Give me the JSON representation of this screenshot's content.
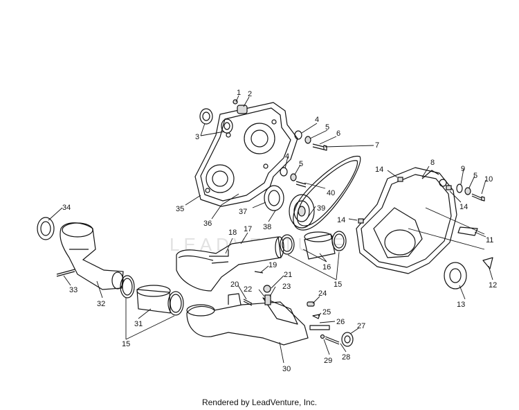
{
  "watermark": "LEADVENTURE",
  "footer": "Rendered by LeadVenture, Inc.",
  "callouts": [
    "1",
    "2",
    "3",
    "4",
    "5",
    "6",
    "7",
    "4",
    "5",
    "40",
    "8",
    "9",
    "5",
    "10",
    "14",
    "14",
    "14",
    "11",
    "12",
    "13",
    "34",
    "35",
    "36",
    "37",
    "38",
    "39",
    "18",
    "17",
    "16",
    "15",
    "19",
    "32",
    "33",
    "31",
    "15",
    "20",
    "21",
    "22",
    "23",
    "24",
    "25",
    "26",
    "27",
    "28",
    "29",
    "30"
  ]
}
